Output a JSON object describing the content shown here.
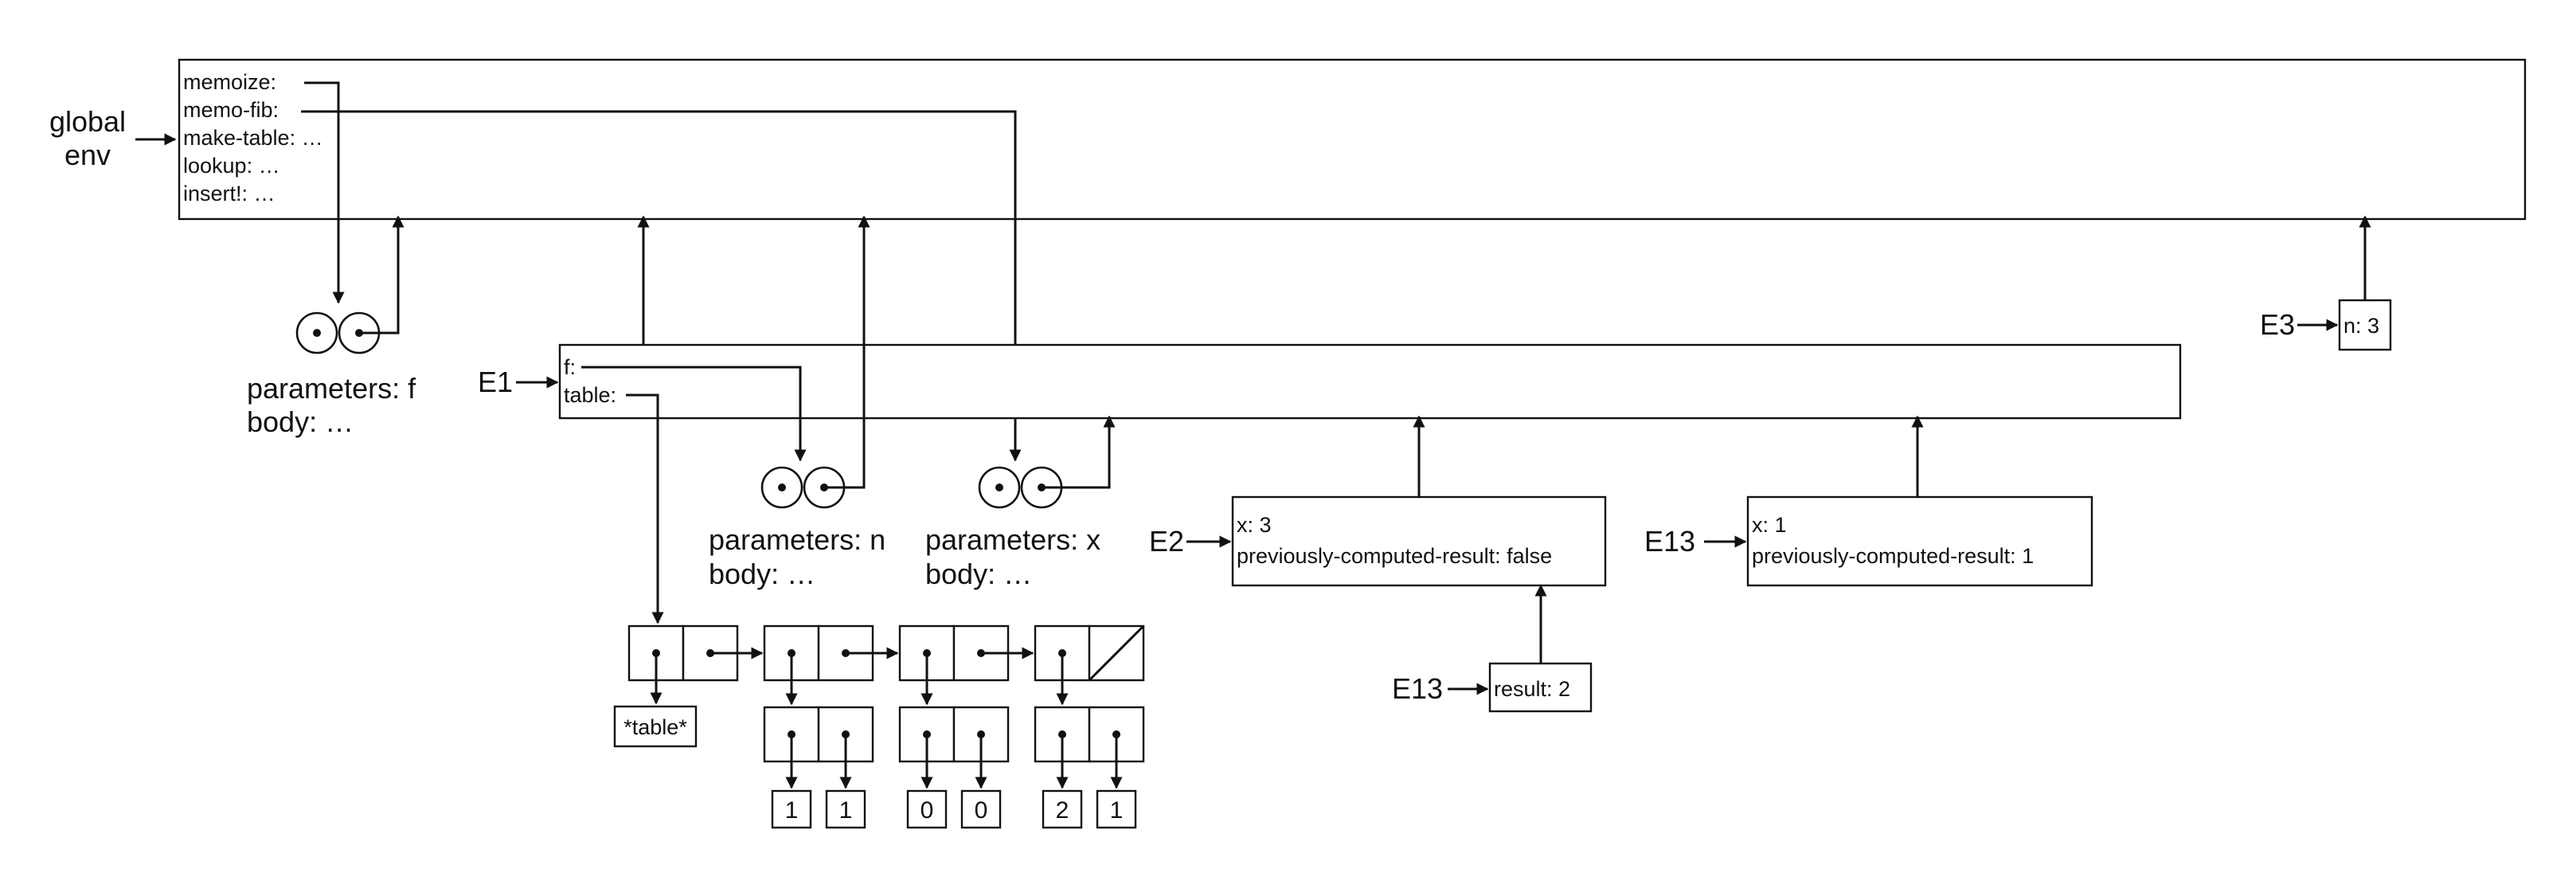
{
  "global_env": {
    "label_line1": "global",
    "label_line2": "env",
    "bindings": [
      "memoize:",
      "memo-fib:",
      "make-table: …",
      "lookup: …",
      "insert!: …"
    ]
  },
  "memoize_proc": {
    "params": "parameters: f",
    "body": "body: …"
  },
  "e1": {
    "label": "E1",
    "bindings": [
      "f:",
      "table:"
    ]
  },
  "inner_proc": {
    "params": "parameters: n",
    "body": "body: …"
  },
  "memo_fib_proc": {
    "params": "parameters: x",
    "body": "body: …"
  },
  "e2": {
    "label": "E2",
    "bindings": [
      "x: 3",
      "previously-computed-result: false"
    ]
  },
  "e13": {
    "label": "E13",
    "bindings": [
      "x: 1",
      "previously-computed-result: 1"
    ]
  },
  "e13_result": {
    "label": "E13",
    "binding": "result: 2"
  },
  "e3": {
    "label": "E3",
    "binding": "n: 3"
  },
  "table": {
    "head_symbol": "*table*",
    "entries": [
      {
        "key": "1",
        "value": "1"
      },
      {
        "key": "0",
        "value": "0"
      },
      {
        "key": "2",
        "value": "1"
      }
    ]
  }
}
